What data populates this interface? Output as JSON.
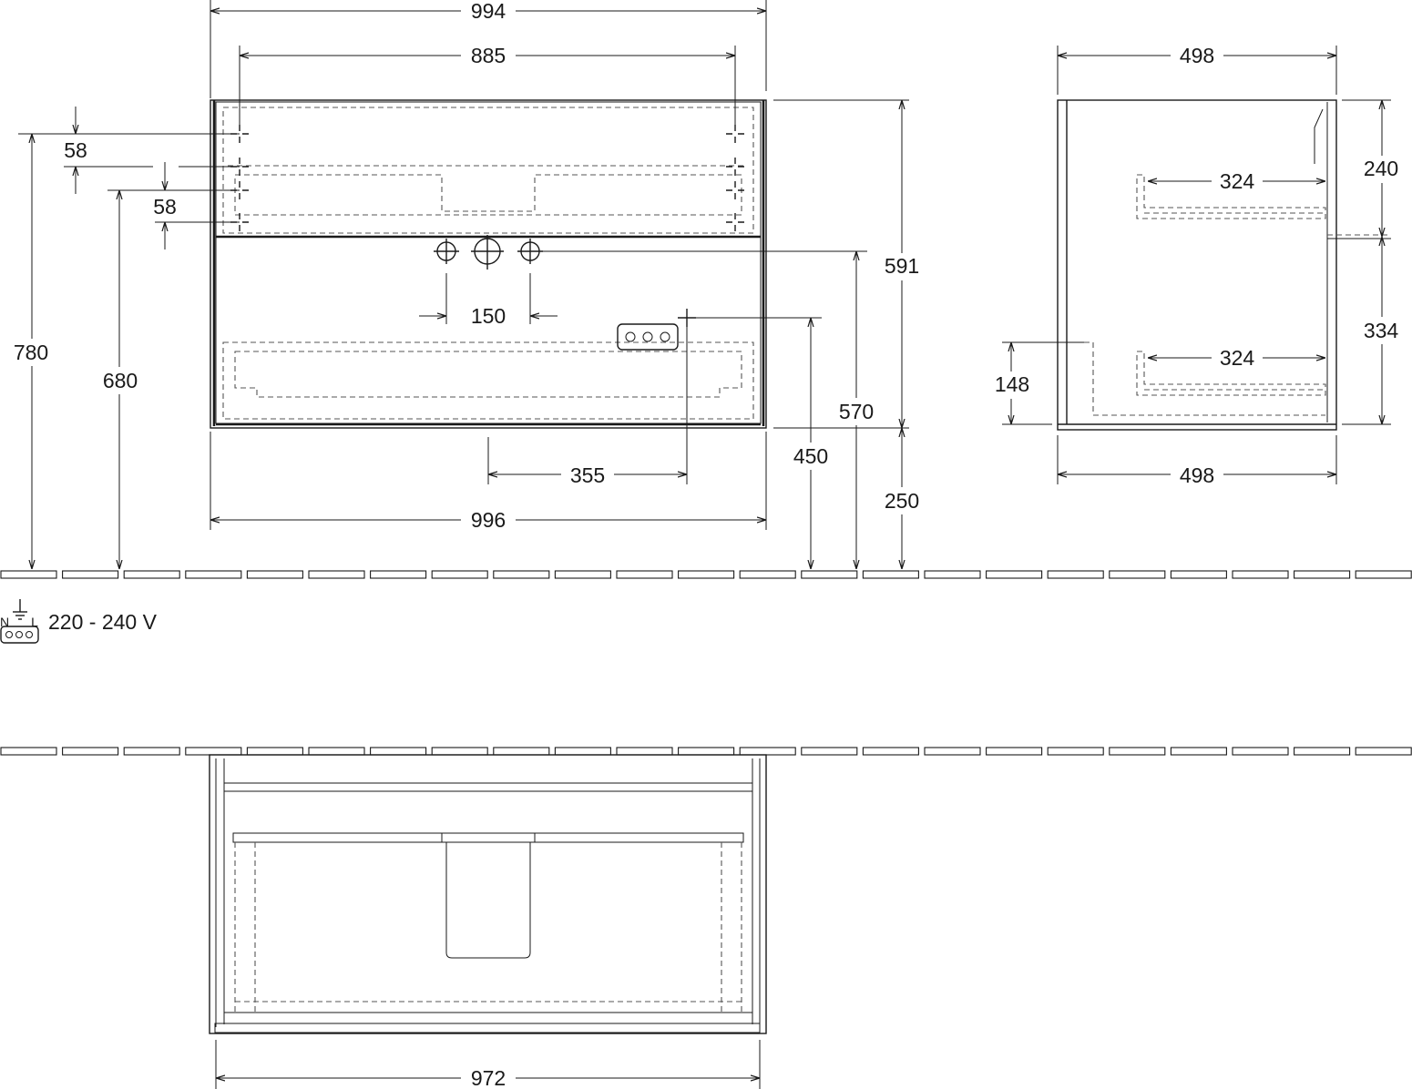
{
  "dimensions": {
    "front_width_top": "994",
    "fixing_distance": "885",
    "fixing_offset_top": "58",
    "fixing_offset_second": "58",
    "height_total_780": "780",
    "height_680": "680",
    "body_height": "591",
    "siphon_height": "570",
    "socket_height": "450",
    "floor_clearance": "250",
    "tap_spacing": "150",
    "socket_offset": "355",
    "front_width_bottom": "996",
    "side_depth_top": "498",
    "side_depth_bottom": "498",
    "upper_drawer_height": "240",
    "lower_drawer_height": "334",
    "upper_drawer_depth": "324",
    "lower_drawer_depth": "324",
    "side_148": "148",
    "plan_width": "972"
  },
  "electrical": {
    "voltage": "220 - 240 V",
    "pin_neutral": "N",
    "pin_live": "L",
    "icon": "power-socket-icon"
  },
  "colors": {
    "line": "#1a1a1a",
    "hidden_line": "#555555",
    "background": "#ffffff"
  }
}
